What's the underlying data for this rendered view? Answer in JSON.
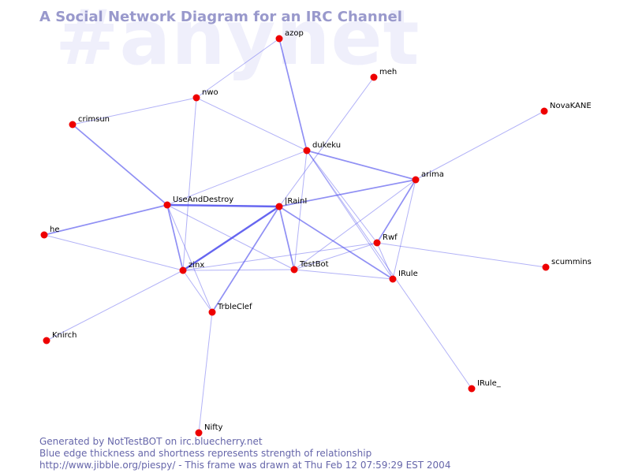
{
  "watermark": "#anynet",
  "title": "A Social Network Diagram for an IRC Channel",
  "footer": {
    "line1": "Generated by NotTestBOT on irc.bluecherry.net",
    "line2": "Blue edge thickness and shortness represents strength of relationship",
    "line3": "http://www.jibble.org/piespy/ - This frame was drawn at Thu Feb 12 07:59:29 EST 2004"
  },
  "colors": {
    "node": "#ee0000",
    "edge": "#5555ee",
    "title": "#9999cc",
    "watermark": "#efeffb"
  },
  "nodes": [
    {
      "id": "azop",
      "label": "azop"
    },
    {
      "id": "meh",
      "label": "meh"
    },
    {
      "id": "nwo",
      "label": "nwo"
    },
    {
      "id": "crimsun",
      "label": "crimsun"
    },
    {
      "id": "NovaKANE",
      "label": "NovaKANE"
    },
    {
      "id": "dukeku",
      "label": "dukeku"
    },
    {
      "id": "arima",
      "label": "arima"
    },
    {
      "id": "UseAndDestroy",
      "label": "UseAndDestroy"
    },
    {
      "id": "IRainI",
      "label": "|RainI"
    },
    {
      "id": "he",
      "label": "he"
    },
    {
      "id": "Rwf",
      "label": "Rwf"
    },
    {
      "id": "zinx",
      "label": "zinx"
    },
    {
      "id": "TestBot",
      "label": "TestBot"
    },
    {
      "id": "IRule",
      "label": "IRule"
    },
    {
      "id": "scummins",
      "label": "scummins"
    },
    {
      "id": "TrbleClef",
      "label": "TrbleClef"
    },
    {
      "id": "Knirch",
      "label": "Knirch"
    },
    {
      "id": "IRule_",
      "label": "IRule_"
    },
    {
      "id": "Nifty",
      "label": "Nifty"
    }
  ],
  "edges": [
    {
      "from": "azop",
      "to": "nwo",
      "weight": 1
    },
    {
      "from": "azop",
      "to": "dukeku",
      "weight": 2
    },
    {
      "from": "meh",
      "to": "IRainI",
      "weight": 1
    },
    {
      "from": "nwo",
      "to": "crimsun",
      "weight": 1
    },
    {
      "from": "nwo",
      "to": "dukeku",
      "weight": 1
    },
    {
      "from": "nwo",
      "to": "zinx",
      "weight": 1
    },
    {
      "from": "crimsun",
      "to": "UseAndDestroy",
      "weight": 2
    },
    {
      "from": "NovaKANE",
      "to": "arima",
      "weight": 1
    },
    {
      "from": "dukeku",
      "to": "arima",
      "weight": 2
    },
    {
      "from": "dukeku",
      "to": "UseAndDestroy",
      "weight": 1
    },
    {
      "from": "dukeku",
      "to": "IRule",
      "weight": 1
    },
    {
      "from": "dukeku",
      "to": "Rwf",
      "weight": 1
    },
    {
      "from": "dukeku",
      "to": "IRule_",
      "weight": 1
    },
    {
      "from": "dukeku",
      "to": "TestBot",
      "weight": 1
    },
    {
      "from": "arima",
      "to": "IRainI",
      "weight": 2
    },
    {
      "from": "arima",
      "to": "Rwf",
      "weight": 2
    },
    {
      "from": "arima",
      "to": "IRule",
      "weight": 1
    },
    {
      "from": "arima",
      "to": "TestBot",
      "weight": 1
    },
    {
      "from": "UseAndDestroy",
      "to": "IRainI",
      "weight": 3
    },
    {
      "from": "UseAndDestroy",
      "to": "he",
      "weight": 2
    },
    {
      "from": "UseAndDestroy",
      "to": "zinx",
      "weight": 2
    },
    {
      "from": "UseAndDestroy",
      "to": "TestBot",
      "weight": 1
    },
    {
      "from": "UseAndDestroy",
      "to": "TrbleClef",
      "weight": 1
    },
    {
      "from": "IRainI",
      "to": "zinx",
      "weight": 3
    },
    {
      "from": "IRainI",
      "to": "TrbleClef",
      "weight": 2
    },
    {
      "from": "IRainI",
      "to": "TestBot",
      "weight": 2
    },
    {
      "from": "IRainI",
      "to": "IRule",
      "weight": 2
    },
    {
      "from": "he",
      "to": "zinx",
      "weight": 1
    },
    {
      "from": "Rwf",
      "to": "zinx",
      "weight": 1
    },
    {
      "from": "Rwf",
      "to": "TestBot",
      "weight": 1
    },
    {
      "from": "Rwf",
      "to": "scummins",
      "weight": 1
    },
    {
      "from": "Rwf",
      "to": "IRule",
      "weight": 1
    },
    {
      "from": "zinx",
      "to": "TestBot",
      "weight": 1
    },
    {
      "from": "zinx",
      "to": "Knirch",
      "weight": 1
    },
    {
      "from": "zinx",
      "to": "TrbleClef",
      "weight": 1
    },
    {
      "from": "TestBot",
      "to": "IRule",
      "weight": 1
    },
    {
      "from": "TrbleClef",
      "to": "Nifty",
      "weight": 1
    }
  ]
}
